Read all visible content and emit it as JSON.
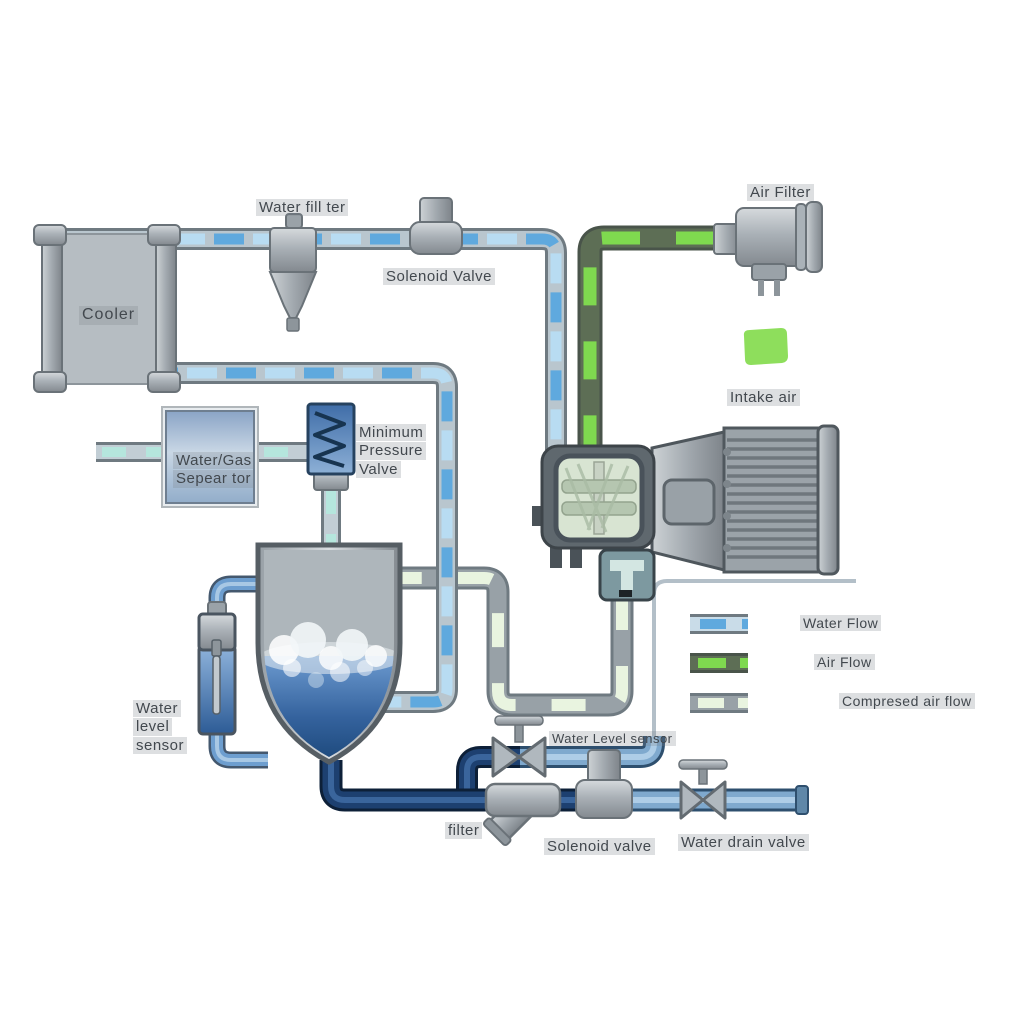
{
  "diagram": {
    "type": "schematic",
    "subject": "water-lubricated screw air compressor system",
    "labels": {
      "cooler": "Cooler",
      "water_filter": "Water fill ter",
      "solenoid_valve_top": "Solenoid Valve",
      "air_filter": "Air Filter",
      "intake_air": "Intake air",
      "separator": {
        "line1": "Water/Gas",
        "line2": "Sepear tor"
      },
      "minimum_pressure_valve": {
        "line1": "Minimum",
        "line2": "Pressure",
        "line3": "Valve"
      },
      "water_level_sensor_left": {
        "line1": "Water",
        "line2": "level",
        "line3": "sensor"
      },
      "water_level_sensor_bottom": "Water Level sensor",
      "filter_bottom": "filter",
      "solenoid_valve_bottom": "Solenoid valve",
      "water_drain_valve": "Water drain valve"
    },
    "legend": {
      "items": [
        {
          "label": "Water Flow",
          "color": "#5fa9de"
        },
        {
          "label": "Air Flow",
          "color": "#7fd94f"
        },
        {
          "label": "Compresed air flow",
          "color": "#e9f4e0"
        }
      ]
    },
    "colors": {
      "water_flow": "#5fa9de",
      "air_flow": "#7fd94f",
      "compressed_air_flow": "#e9f4e0",
      "drain_pipe_dark": "#1d4070",
      "drain_pipe_light": "#7fa9ce",
      "tank_water_top": "#6d9bd0",
      "tank_water_bottom": "#1a4678"
    }
  }
}
